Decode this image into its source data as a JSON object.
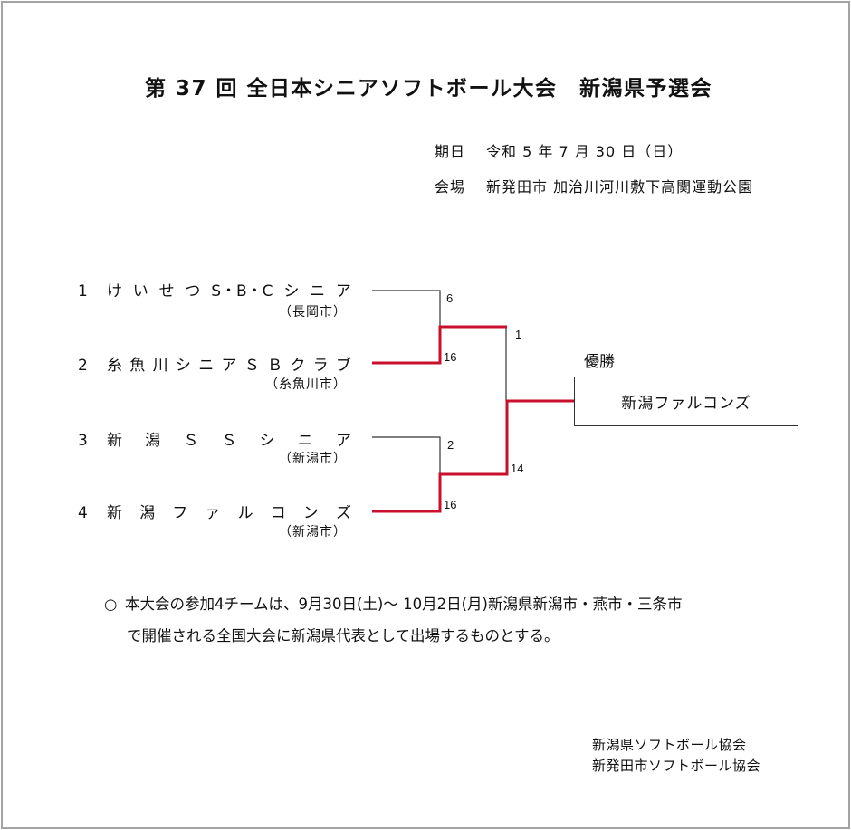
{
  "title": "第 37 回 全日本シニアソフトボール大会　新潟県予選会",
  "info": {
    "date_label": "期日",
    "date_value": "令和 5 年 7 月 30 日（日）",
    "venue_label": "会場",
    "venue_value": "新発田市 加治川河川敷下高関運動公園"
  },
  "teams": [
    {
      "seed": "1",
      "name": "けいせつS・B・Cシニア",
      "city": "（長岡市）"
    },
    {
      "seed": "2",
      "name": "糸魚川シニアＳＢクラブ",
      "city": "（糸魚川市）"
    },
    {
      "seed": "3",
      "name": "新潟ＳＳシニア",
      "city": "（新潟市）"
    },
    {
      "seed": "4",
      "name": "新潟ファルコンズ",
      "city": "（新潟市）"
    }
  ],
  "scores": {
    "semi1": {
      "team1": "6",
      "team2": "16"
    },
    "semi2": {
      "team3": "2",
      "team4": "16"
    },
    "final": {
      "upper": "1",
      "lower": "14"
    }
  },
  "champion": {
    "label": "優勝",
    "name": "新潟ファルコンズ"
  },
  "note": {
    "bullet": "○",
    "line1": "本大会の参加4チームは、9月30日(土)～ 10月2日(月)新潟県新潟市・燕市・三条市",
    "line2": "で開催される全国大会に新潟県代表として出場するものとする。"
  },
  "organizers": [
    "新潟県ソフトボール協会",
    "新発田市ソフトボール協会"
  ],
  "colors": {
    "winner_line": "#c8102e",
    "loser_line": "#333333",
    "frame": "#a3a3a3"
  }
}
